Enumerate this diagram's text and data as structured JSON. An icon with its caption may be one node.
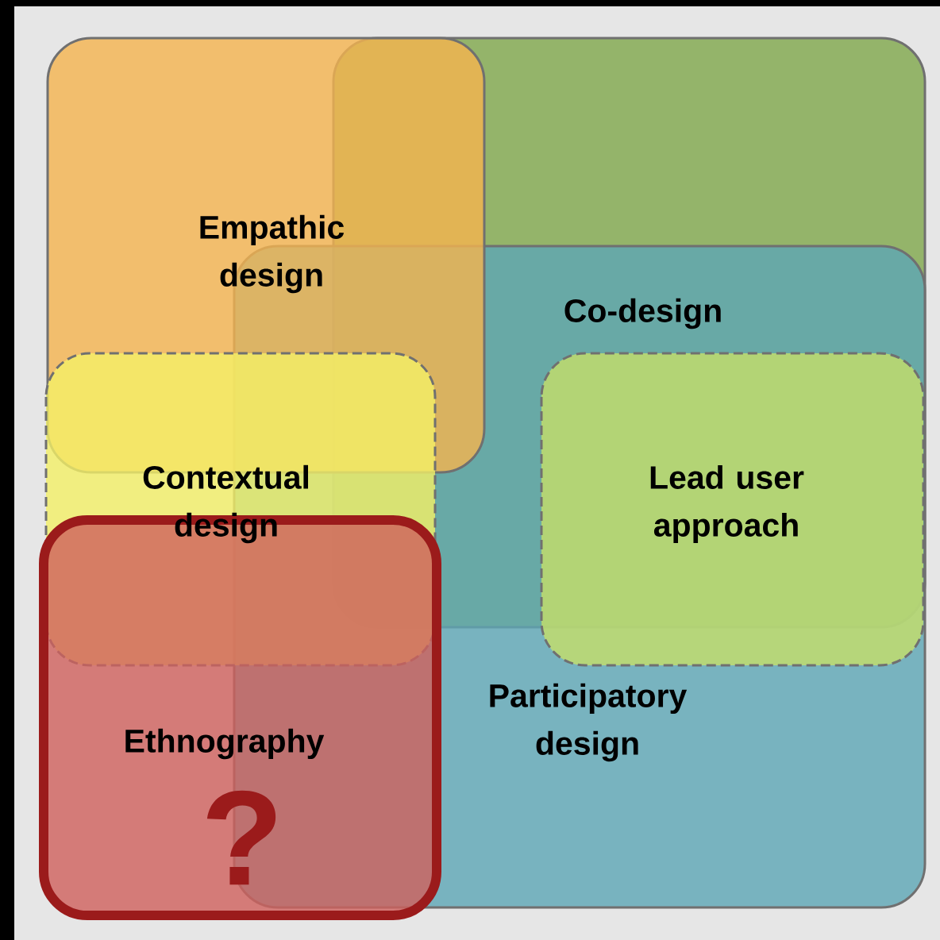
{
  "diagram": {
    "nodes": [
      {
        "text": [
          "Empathic design"
        ]
      },
      {
        "text": [
          "Co-design"
        ]
      },
      {
        "text": [
          "Contextual design"
        ]
      },
      {
        "text": [
          "Participatory design"
        ]
      },
      {
        "text": [
          "Lead user approach"
        ],
        "in": 3
      },
      {
        "text": [
          "Ethnography",
          "?"
        ]
      }
    ]
  }
}
